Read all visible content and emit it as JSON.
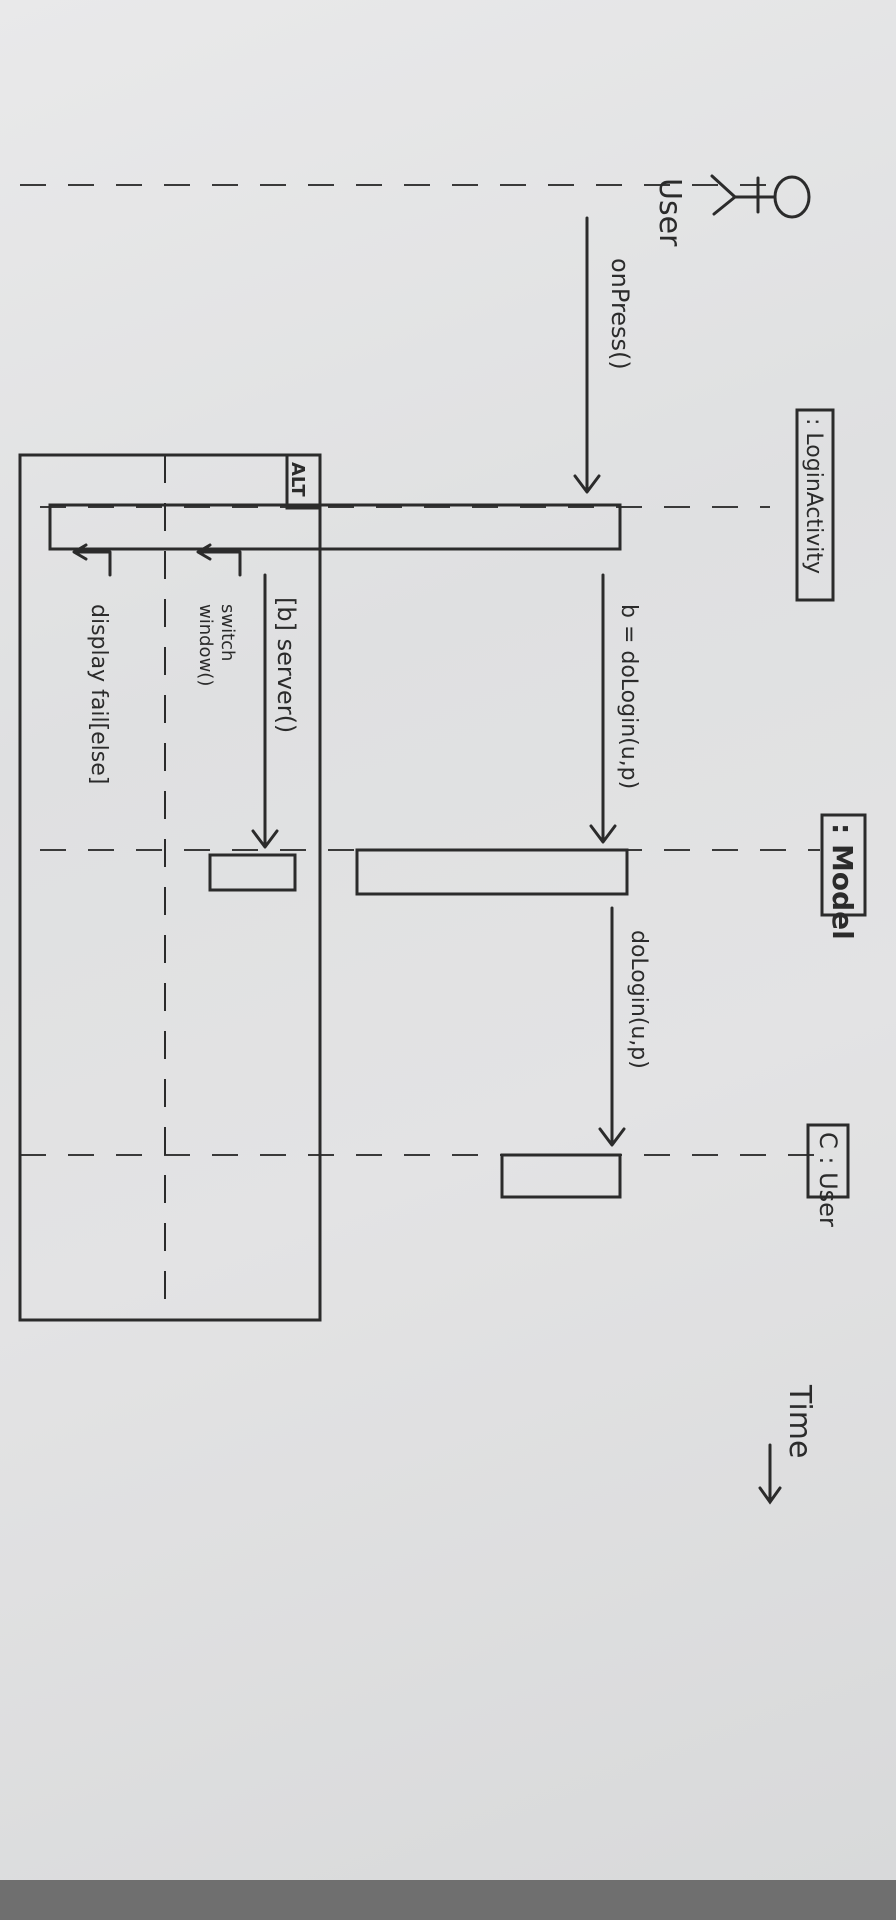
{
  "participants": {
    "user_actor": "User",
    "login_activity": ": LoginActivity",
    "model": ": Model",
    "user_object": "C : User"
  },
  "messages": {
    "on_press": "onPress()",
    "b_do_login": "b = doLogin(u,p)",
    "do_login": "doLogin(u,p)",
    "server": "[b] server()",
    "switch_window_1": "switch",
    "switch_window_2": "window()",
    "display_fail": "display fail[else]"
  },
  "fragment": {
    "operator": "ALT"
  },
  "time_axis": {
    "label": "Time"
  }
}
